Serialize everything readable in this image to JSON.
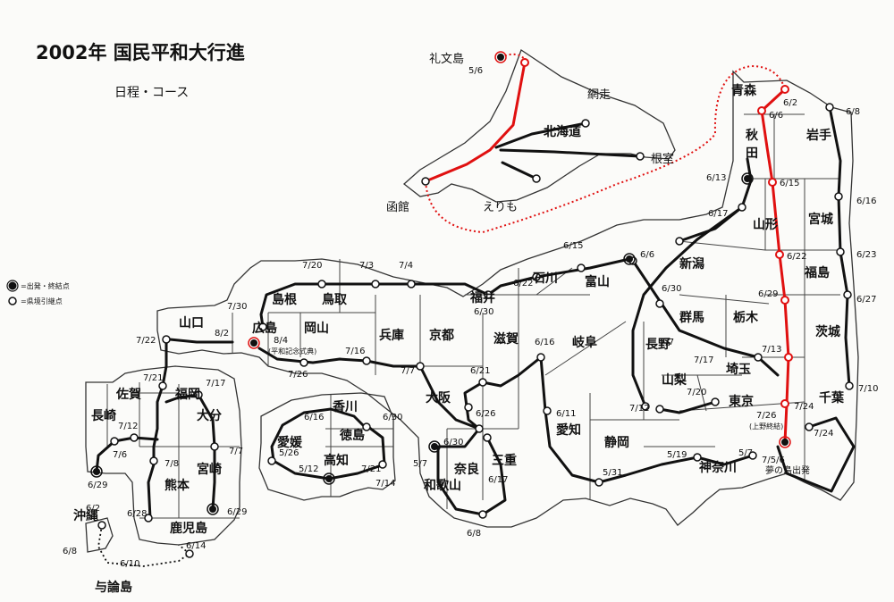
{
  "title": "2002年 国民平和大行進",
  "subtitle": "日程・コース",
  "legend": {
    "start_end": "=出発・終結点",
    "handover": "=県境引継点"
  },
  "places": {
    "rebun": "礼文島",
    "abashiri": "網走",
    "hokkaido": "北海道",
    "nemuro": "根室",
    "erimo": "えりも",
    "hakodate": "函館",
    "aomori": "青森",
    "akita": "秋田",
    "iwate": "岩手",
    "miyagi": "宮城",
    "yamagata": "山形",
    "fukushima": "福島",
    "niigata": "新潟",
    "gunma": "群馬",
    "tochigi": "栃木",
    "ibaraki": "茨城",
    "nagano": "長野",
    "saitama": "埼玉",
    "chiba": "千葉",
    "yamanashi": "山梨",
    "tokyo": "東京",
    "kanagawa": "神奈川",
    "yumenoshima": "夢の島出発",
    "shizuoka": "静岡",
    "aichi": "愛知",
    "gifu": "岐阜",
    "toyama": "富山",
    "ishikawa": "石川",
    "fukui": "福井",
    "shiga": "滋賀",
    "kyoto": "京都",
    "osaka": "大阪",
    "mie": "三重",
    "nara": "奈良",
    "wakayama": "和歌山",
    "hyogo": "兵庫",
    "tottori": "鳥取",
    "shimane": "島根",
    "okayama": "岡山",
    "hiroshima": "広島",
    "yamaguchi": "山口",
    "kagawa": "香川",
    "ehime": "愛媛",
    "tokushima": "徳島",
    "kochi": "高知",
    "fukuoka": "福岡",
    "saga": "佐賀",
    "nagasaki": "長崎",
    "oita": "大分",
    "kumamoto": "熊本",
    "miyazaki": "宮崎",
    "kagoshima": "鹿児島",
    "okinawa": "沖縄",
    "yoron": "与論島"
  },
  "dates": {
    "d_rebun": "5/6",
    "d_aomori": "6/2",
    "d_68e": "6/8",
    "d_66": "6/6",
    "d_613": "6/13",
    "d_615e": "6/15",
    "d_616e": "6/16",
    "d_617": "6/17",
    "d_622e": "6/22",
    "d_623e": "6/23",
    "d_629e": "6/29",
    "d_627e": "6/27",
    "d_713e": "7/13",
    "d_724": "7/24",
    "d_710": "7/10",
    "d_724b": "7/24",
    "d_717": "7/17",
    "d_720e": "7/20",
    "d_726": "7/26",
    "d_726note": "(上野終結)",
    "d_756": "7/5/6",
    "d_757": "5/7",
    "d_519": "5/19",
    "d_531": "5/31",
    "d_611": "6/11",
    "d_712e": "7/12",
    "d_77e": "7/7",
    "d_630e": "6/30",
    "d_66b": "6/6",
    "d_615": "6/15",
    "d_622": "6/22",
    "d_630": "6/30",
    "d_616": "6/16",
    "d_621": "6/21",
    "d_626": "6/26",
    "d_630b": "6/30",
    "d_57": "5/7",
    "d_617b": "6/17",
    "d_68": "6/8",
    "d_74": "7/4",
    "d_73": "7/3",
    "d_720": "7/20",
    "d_730": "7/30",
    "d_716": "7/16",
    "d_77": "7/7",
    "d_726w": "7/26",
    "d_82": "8/2",
    "d_84": "8/4",
    "d_84note": "(平和記念式典)",
    "d_722": "7/22",
    "d_721": "7/21",
    "d_717w": "7/17",
    "d_712": "7/12",
    "d_76": "7/6",
    "d_629": "6/29",
    "d_78": "7/8",
    "d_77k": "7/7",
    "d_628": "6/28",
    "d_614": "6/14",
    "d_629b": "6/29",
    "d_62": "6/2",
    "d_68o": "6/8",
    "d_610": "6/10",
    "d_616s": "6/16",
    "d_630s": "6/30",
    "d_526": "5/26",
    "d_512": "5/12",
    "d_721s": "7/21",
    "d_714": "7/14"
  }
}
